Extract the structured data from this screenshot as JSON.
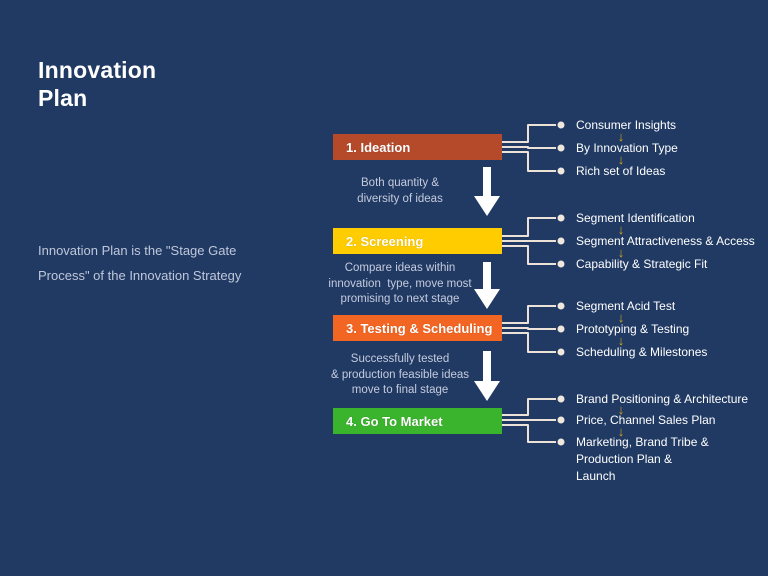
{
  "page": {
    "background": "#213a63"
  },
  "title": "Innovation\nPlan",
  "description": "Innovation Plan is the \"Stage Gate\nProcess\" of the Innovation Strategy",
  "icons": {
    "down_arrow": "↓"
  },
  "colors": {
    "background": "#213a63",
    "connector_line": "#ece2d8",
    "bullet_dot": "#f0e7dd",
    "bullet_arrow": "#d7a31c",
    "caption_text": "#c5cbde",
    "transition_arrow": "#ffffff"
  },
  "stages": [
    {
      "label": "1. Ideation",
      "color": "#b54a2b",
      "transition": "Both quantity &\ndiversity of ideas",
      "outputs": [
        "Consumer Insights",
        "By Innovation Type",
        "Rich set of Ideas"
      ]
    },
    {
      "label": "2. Screening",
      "color": "#ffcc00",
      "transition": "Compare ideas within\ninnovation  type, move most\npromising to next stage",
      "outputs": [
        "Segment Identification",
        "Segment Attractiveness & Access",
        "Capability & Strategic Fit"
      ]
    },
    {
      "label": "3. Testing & Scheduling",
      "color": "#f26522",
      "transition": "Successfully tested\n& production feasible ideas\nmove to final stage",
      "outputs": [
        "Segment Acid Test",
        "Prototyping & Testing",
        "Scheduling & Milestones"
      ]
    },
    {
      "label": "4. Go To Market",
      "color": "#3ab32d",
      "outputs": [
        "Brand Positioning & Architecture",
        "Price, Channel Sales Plan",
        "Marketing, Brand Tribe &\nProduction Plan &\nLaunch"
      ]
    }
  ]
}
